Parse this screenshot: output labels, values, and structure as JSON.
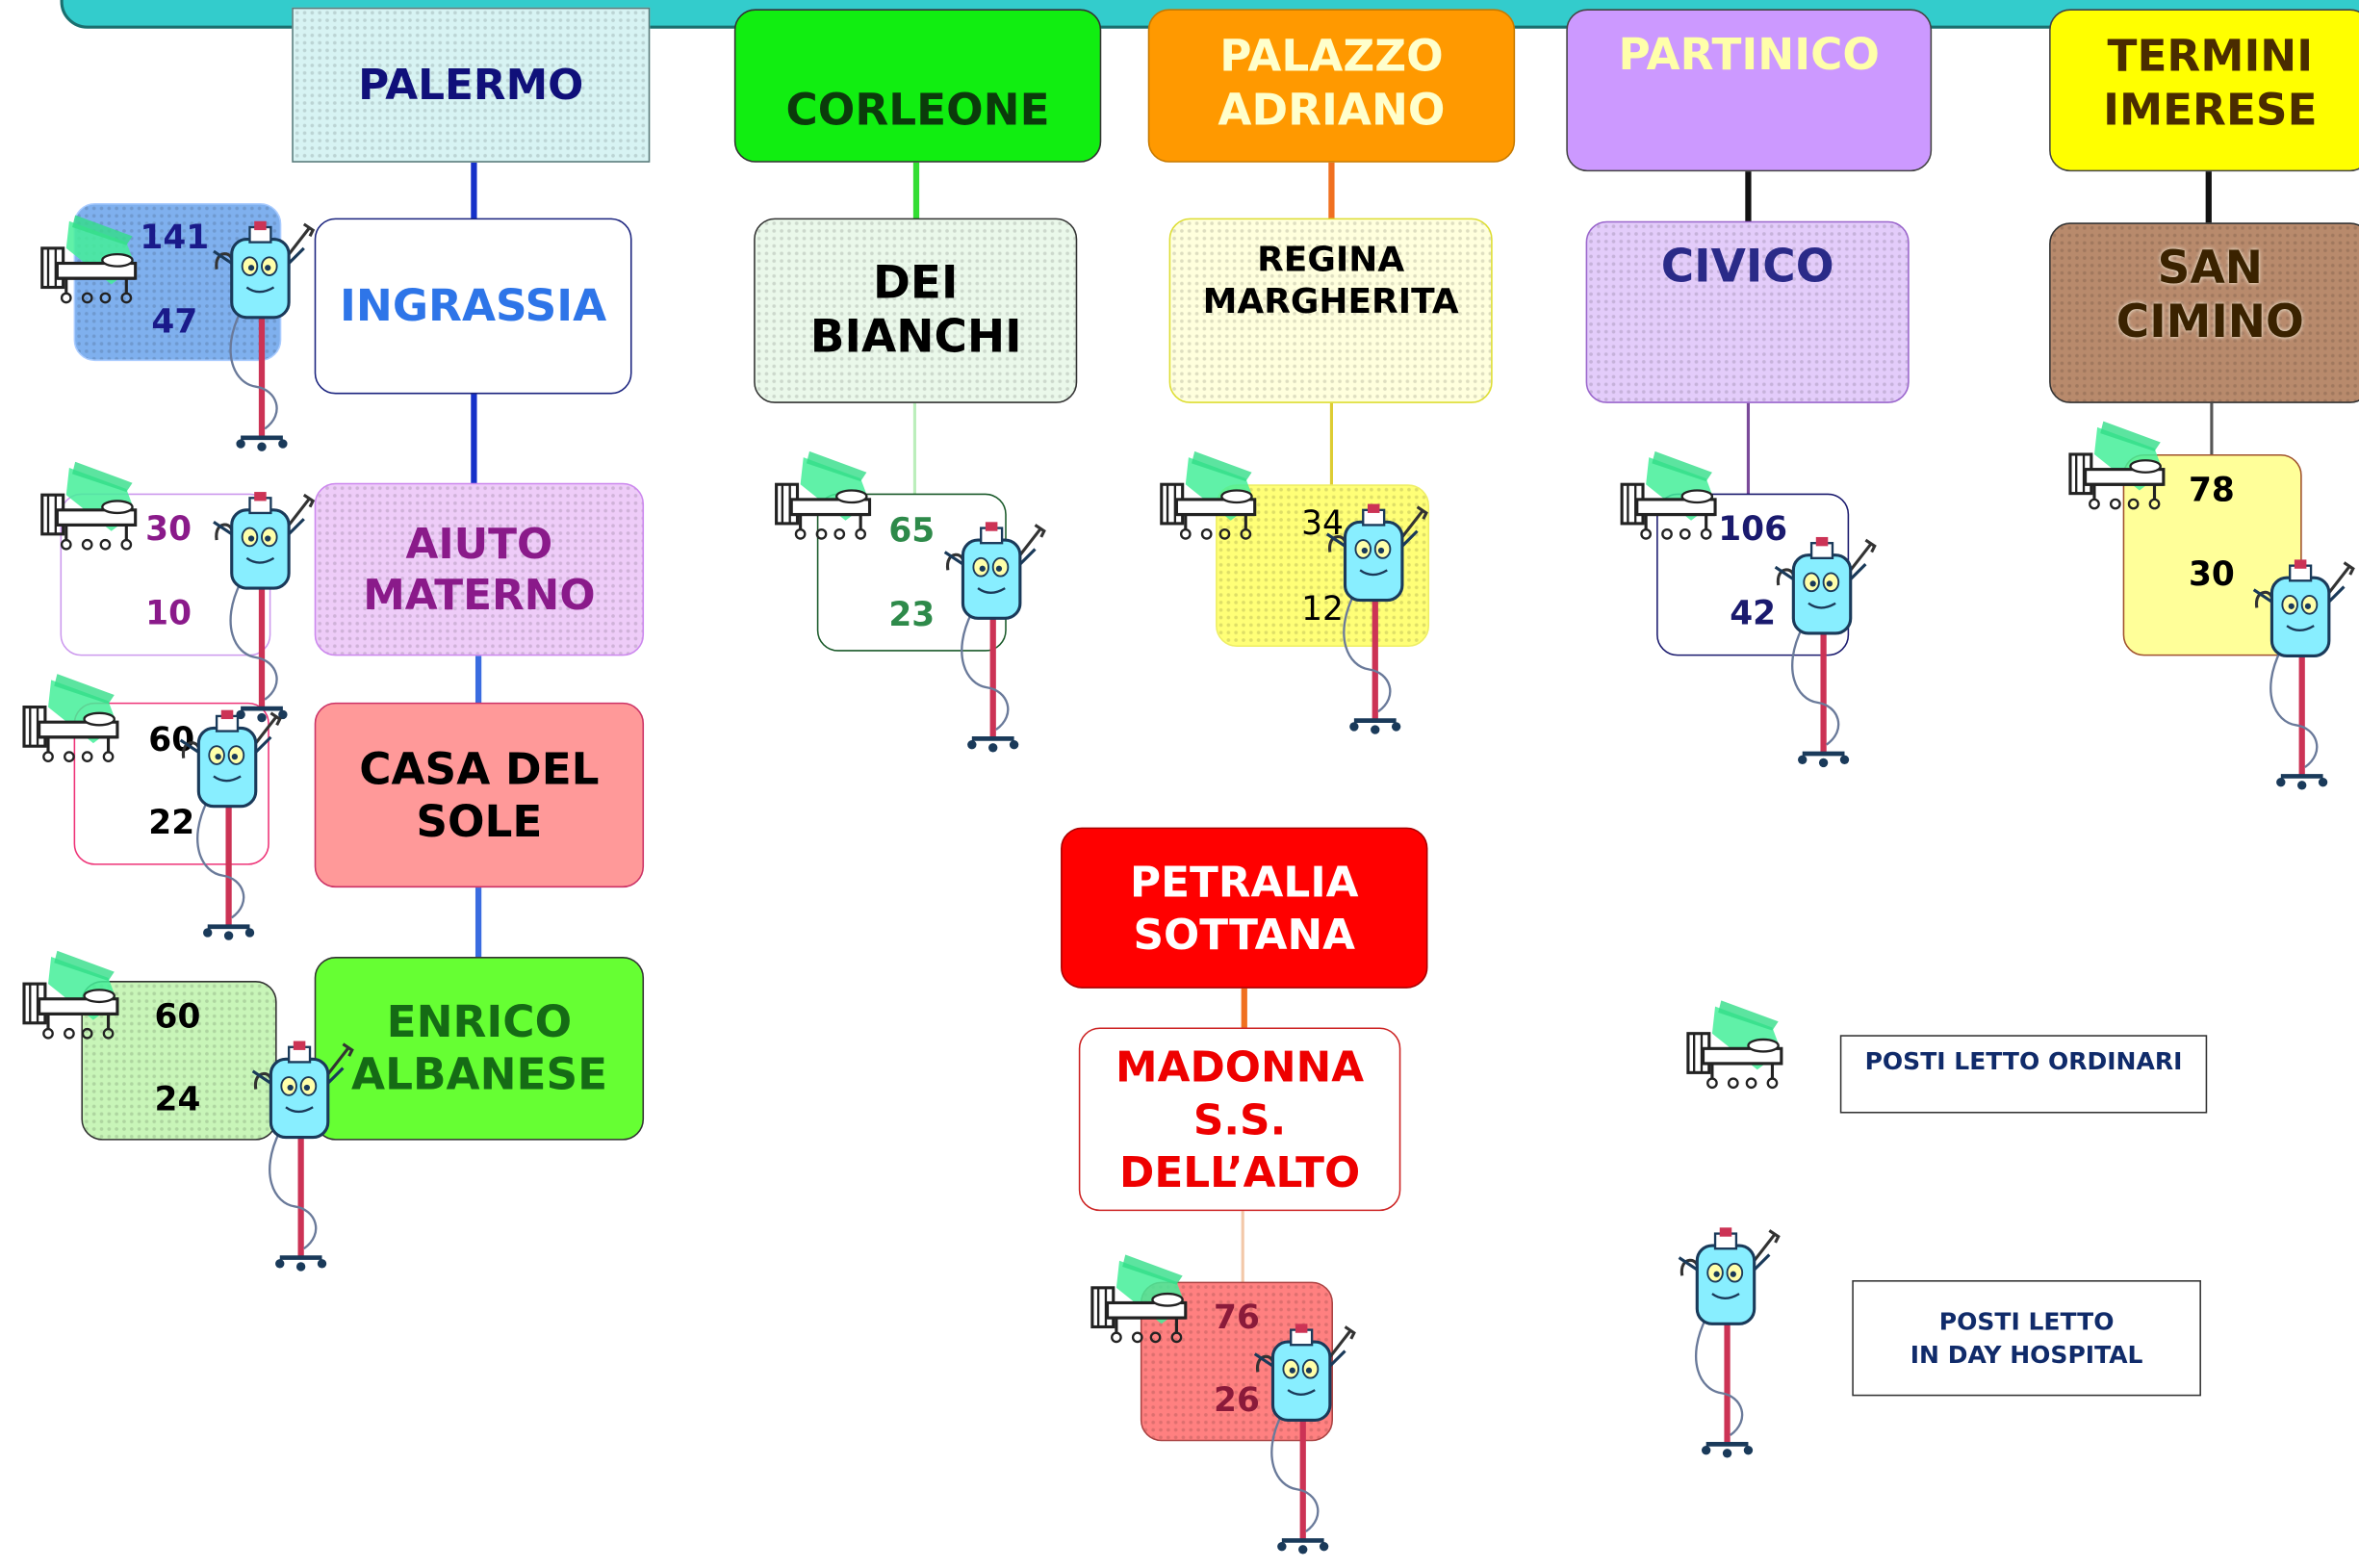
{
  "colors": {
    "teal_bar": "#33cccc"
  },
  "districts": [
    {
      "name": "PALERMO",
      "color": "#d7f3f3",
      "text": "#10107a"
    },
    {
      "name": "CORLEONE",
      "color": "#11ee11",
      "text": "#0b3b0b"
    },
    {
      "name": "PALAZZO ADRIANO",
      "color": "#ff9900",
      "text": "#ffffcc"
    },
    {
      "name": "PARTINICO",
      "color": "#cc99ff",
      "text": "#ffffaa"
    },
    {
      "name": "TERMINI IMERESE",
      "color": "#ffff00",
      "text": "#4a2c00"
    },
    {
      "name": "PETRALIA SOTTANA",
      "color": "#ff0000",
      "text": "#ffffff"
    }
  ],
  "hospitals": [
    {
      "name": "INGRASSIA",
      "ordinari": "141",
      "day_hospital": "47"
    },
    {
      "name": "AIUTO MATERNO",
      "ordinari": "30",
      "day_hospital": "10"
    },
    {
      "name": "CASA DEL SOLE",
      "ordinari": "60",
      "day_hospital": "22"
    },
    {
      "name": "ENRICO ALBANESE",
      "ordinari": "60",
      "day_hospital": "24"
    },
    {
      "name": "DEI BIANCHI",
      "ordinari": "65",
      "day_hospital": "23"
    },
    {
      "name": "REGINA MARGHERITA",
      "ordinari": "34",
      "day_hospital": "12"
    },
    {
      "name": "CIVICO",
      "ordinari": "106",
      "day_hospital": "42"
    },
    {
      "name": "SAN CIMINO",
      "ordinari": "78",
      "day_hospital": "30"
    },
    {
      "name": "MADONNA S.S. DELL’ALTO",
      "ordinari": "76",
      "day_hospital": "26"
    }
  ],
  "legend": {
    "bed_label": "POSTI LETTO ORDINARI",
    "dh_label_1": "POSTI LETTO",
    "dh_label_2": "IN DAY HOSPITAL",
    "bed_icon": "hospital-bed-icon",
    "dh_icon": "iv-drip-icon"
  }
}
